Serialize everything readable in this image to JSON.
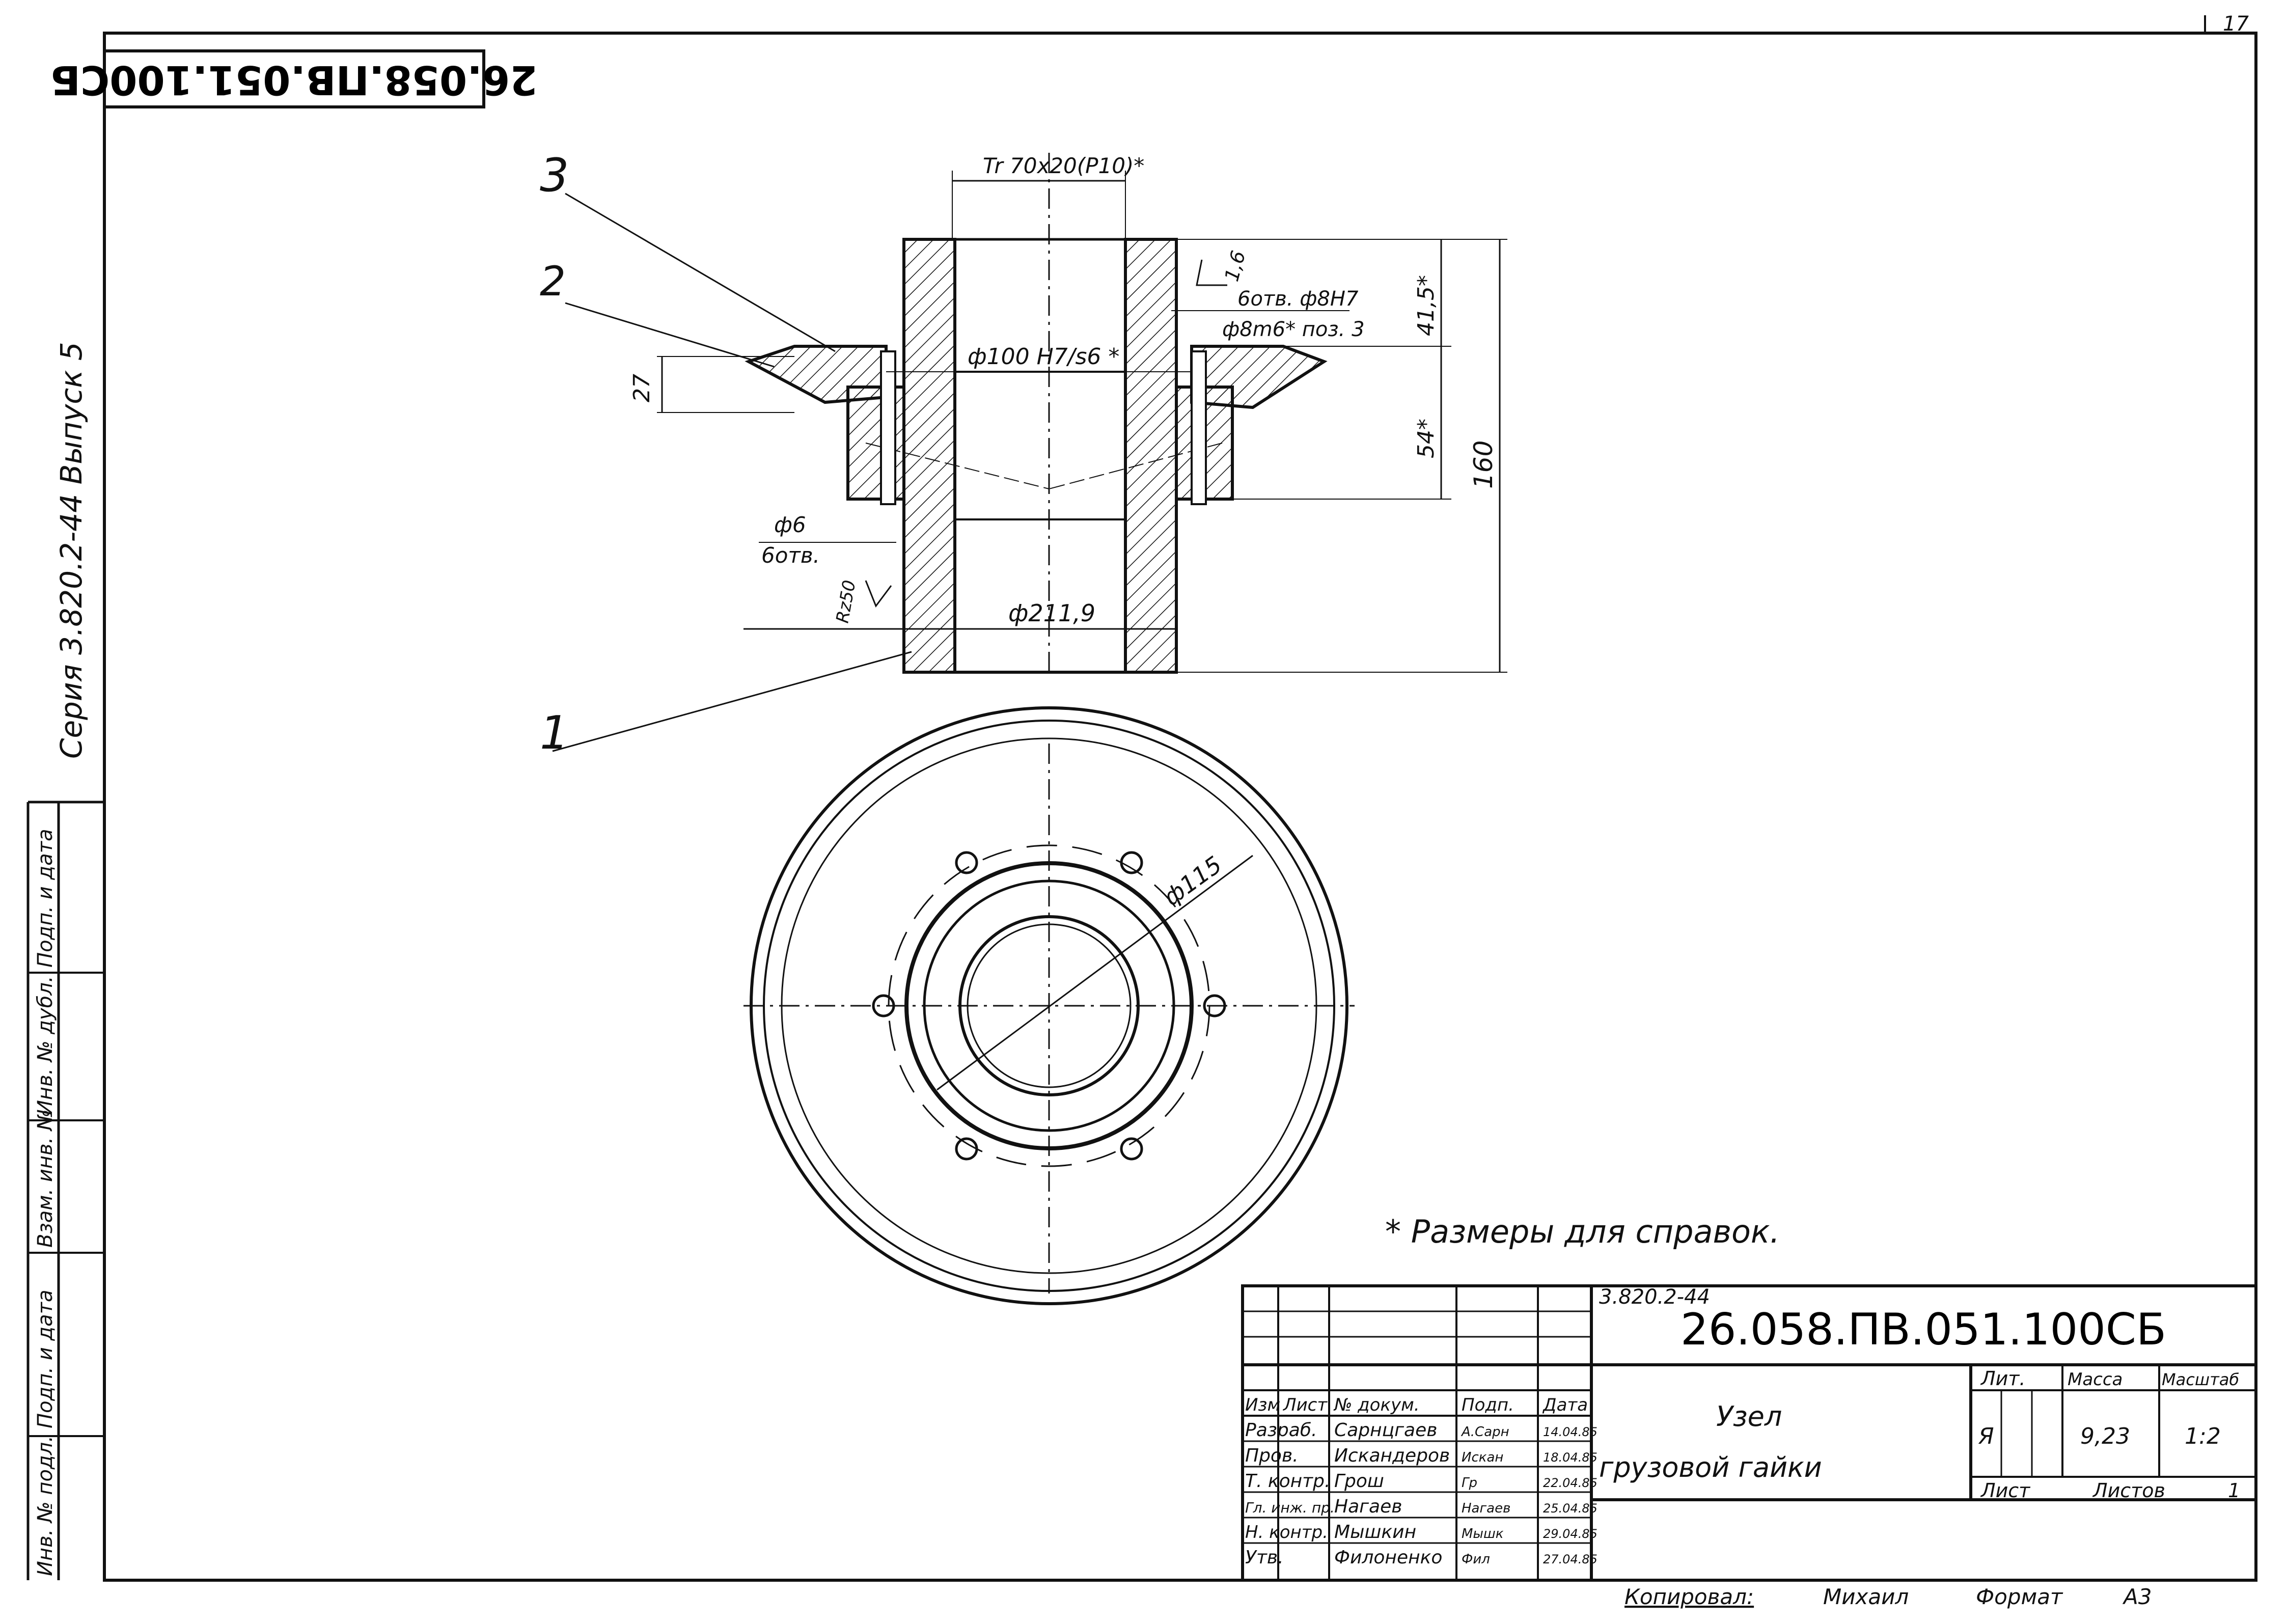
{
  "sheet": {
    "number": "17",
    "stamp_code": "26.058.ПВ.051.100СБ"
  },
  "series": {
    "text": "Серия 3.820.2-44   Выпуск 5"
  },
  "side_stamp": [
    "Инв. № подл.",
    "Подп. и дата",
    "Взам. инв. №",
    "Инв. № дубл.",
    "Подп. и дата"
  ],
  "positions": [
    "1",
    "2",
    "3"
  ],
  "dims": {
    "thread": "Tr 70x20(P10)*",
    "bore_fit": "ф100 H7/s6 *",
    "chamfer": "1,6",
    "holes": "6отв. ф8Н7",
    "pin": "ф8m6* поз. 3",
    "h_top": "41,5*",
    "h_mid": "54*",
    "h_total": "160",
    "h_27": "27",
    "hole6": "ф6",
    "hole6_count": "6отв.",
    "roughness": "Rz50",
    "outer_d": "ф211,9",
    "pcd": "ф115"
  },
  "note": "* Размеры  для справок.",
  "title_block": {
    "series_code": "3.820.2-44",
    "doc_code": "26.058.ПВ.051.100СБ",
    "title_line1": "Узел",
    "title_line2": "грузовой    гайки",
    "headers": [
      "Изм",
      "Лист",
      "№ докум.",
      "Подп.",
      "Дата"
    ],
    "rows": [
      {
        "role": "Разраб.",
        "name": "Сарнцгаев",
        "sign": "А.Сарн",
        "date": "14.04.85"
      },
      {
        "role": "Пров.",
        "name": "Искандеров",
        "sign": "Искан",
        "date": "18.04.85"
      },
      {
        "role": "Т. контр.",
        "name": "Грош",
        "sign": "Гр",
        "date": "22.04.85"
      },
      {
        "role": "Гл. инж. пр.",
        "name": "Нагаев",
        "sign": "Нагаев",
        "date": "25.04.85"
      },
      {
        "role": "Н. контр.",
        "name": "Мышкин",
        "sign": "Мышк",
        "date": "29.04.85"
      },
      {
        "role": "Утв.",
        "name": "Филоненко",
        "sign": "Фил",
        "date": "27.04.85"
      }
    ],
    "lit_label": "Лит.",
    "mass_label": "Масса",
    "scale_label": "Масштаб",
    "lit_value": "Я",
    "mass_value": "9,23",
    "scale_value": "1:2",
    "sheet_label": "Лист",
    "sheets_label": "Листов",
    "sheets_value": "1"
  },
  "footer": {
    "copied_label": "Копировал:",
    "copied_by": "Михаил",
    "format_label": "Формат",
    "format_value": "А3"
  }
}
